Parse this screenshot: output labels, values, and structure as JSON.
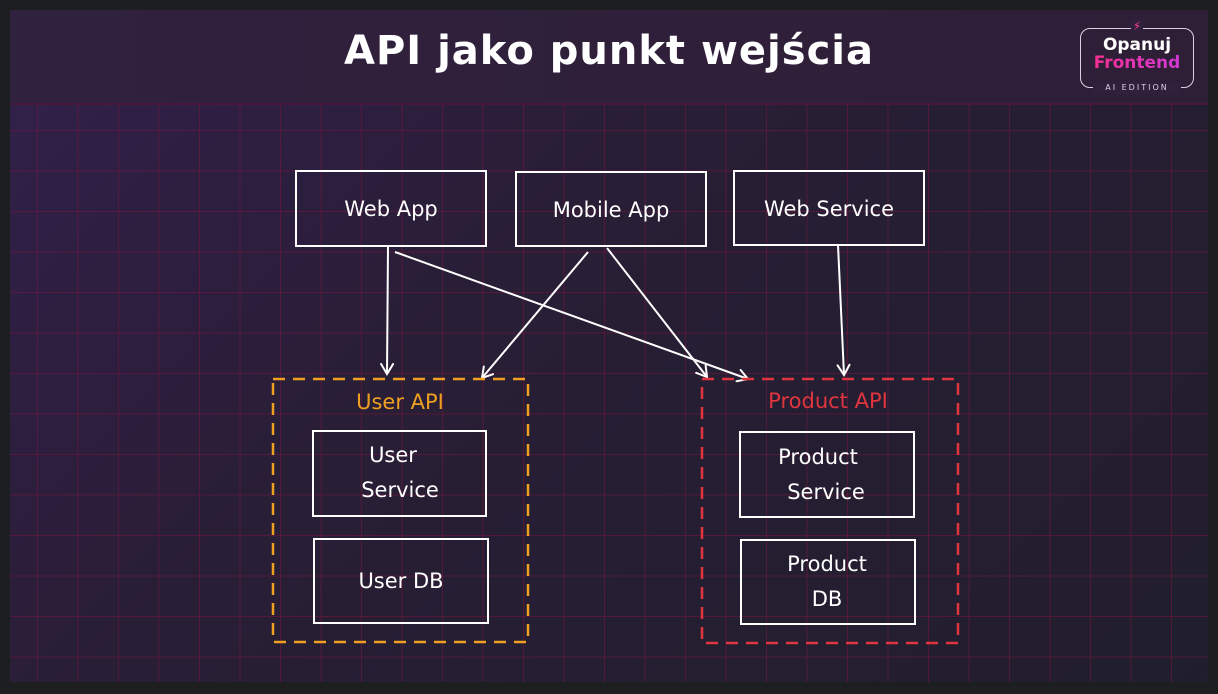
{
  "title": "API jako punkt wejścia",
  "logo": {
    "line1": "Opanuj",
    "line2": "Frontend",
    "line3": "AI EDITION",
    "icon": "lightning-bolt-icon"
  },
  "colors": {
    "user_api": "#f0a020",
    "product_api": "#e0353e",
    "box_stroke": "#ffffff",
    "logo_gradient_start": "#ff2d88",
    "logo_gradient_end": "#c93be0"
  },
  "clients": [
    {
      "id": "web-app",
      "label": "Web App"
    },
    {
      "id": "mobile-app",
      "label": "Mobile App"
    },
    {
      "id": "web-service",
      "label": "Web Service"
    }
  ],
  "groups": [
    {
      "id": "user-api",
      "label": "User API",
      "items": [
        {
          "id": "user-service",
          "lines": [
            "User",
            "Service"
          ]
        },
        {
          "id": "user-db",
          "lines": [
            "User DB"
          ]
        }
      ]
    },
    {
      "id": "product-api",
      "label": "Product API",
      "items": [
        {
          "id": "product-service",
          "lines": [
            "Product",
            "Service"
          ]
        },
        {
          "id": "product-db",
          "lines": [
            "Product",
            "DB"
          ]
        }
      ]
    }
  ],
  "connections": [
    {
      "from": "Web App",
      "to": "User API"
    },
    {
      "from": "Web App",
      "to": "Product API"
    },
    {
      "from": "Mobile App",
      "to": "User API"
    },
    {
      "from": "Mobile App",
      "to": "Product API"
    },
    {
      "from": "Web Service",
      "to": "Product API"
    }
  ]
}
